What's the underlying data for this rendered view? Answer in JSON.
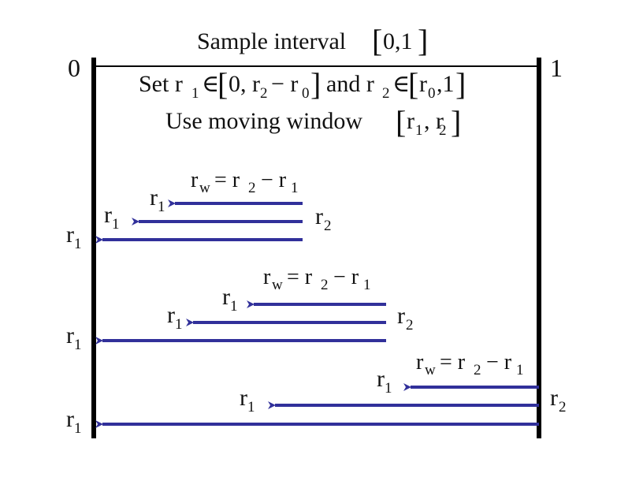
{
  "title": "Sample interval [0,1]",
  "boundary_labels": {
    "left": "0",
    "right": "1"
  },
  "setup_lines": [
    "Set r1 ∈ [0, r2 − r0] and r2 ∈ [r0, 1]",
    "Use moving window [r1, r2]"
  ],
  "window_equation": "rw = r2 − r1",
  "r1": "r1",
  "r2": "r2",
  "colors": {
    "arrow": "#31309a",
    "bar": "#000000",
    "text": "#111111"
  }
}
